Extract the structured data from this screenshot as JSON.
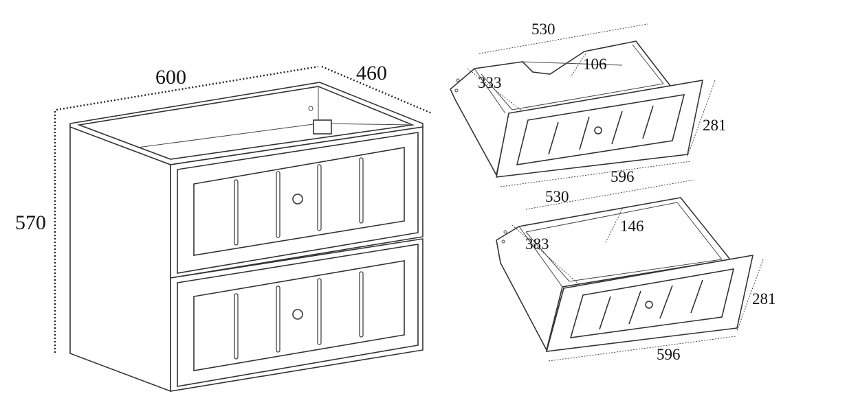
{
  "cabinet": {
    "width": "600",
    "depth": "460",
    "height": "570"
  },
  "top_drawer": {
    "inner_length": "530",
    "cutout_depth": "106",
    "side_length": "333",
    "front_height": "281",
    "front_width": "596"
  },
  "bottom_drawer": {
    "inner_length": "530",
    "side_height": "146",
    "side_length": "383",
    "front_height": "281",
    "front_width": "596"
  }
}
